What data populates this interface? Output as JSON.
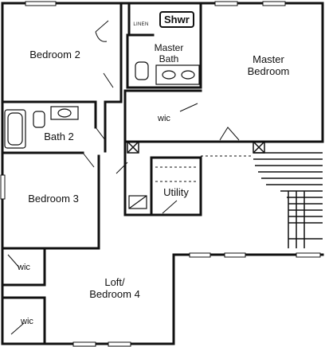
{
  "rooms": {
    "bedroom2": "Bedroom 2",
    "master_bath": "Master\nBath",
    "master_bedroom": "Master\nBedroom",
    "bath2": "Bath 2",
    "wic_master": "wic",
    "bedroom3": "Bedroom 3",
    "utility": "Utility",
    "loft": "Loft/\nBedroom 4",
    "wic_left_upper": "wic",
    "wic_left_lower": "wic"
  },
  "fixtures": {
    "linen": "LINEN",
    "shower": "Shwr"
  },
  "colors": {
    "wall": "#111111",
    "background": "#ffffff"
  }
}
